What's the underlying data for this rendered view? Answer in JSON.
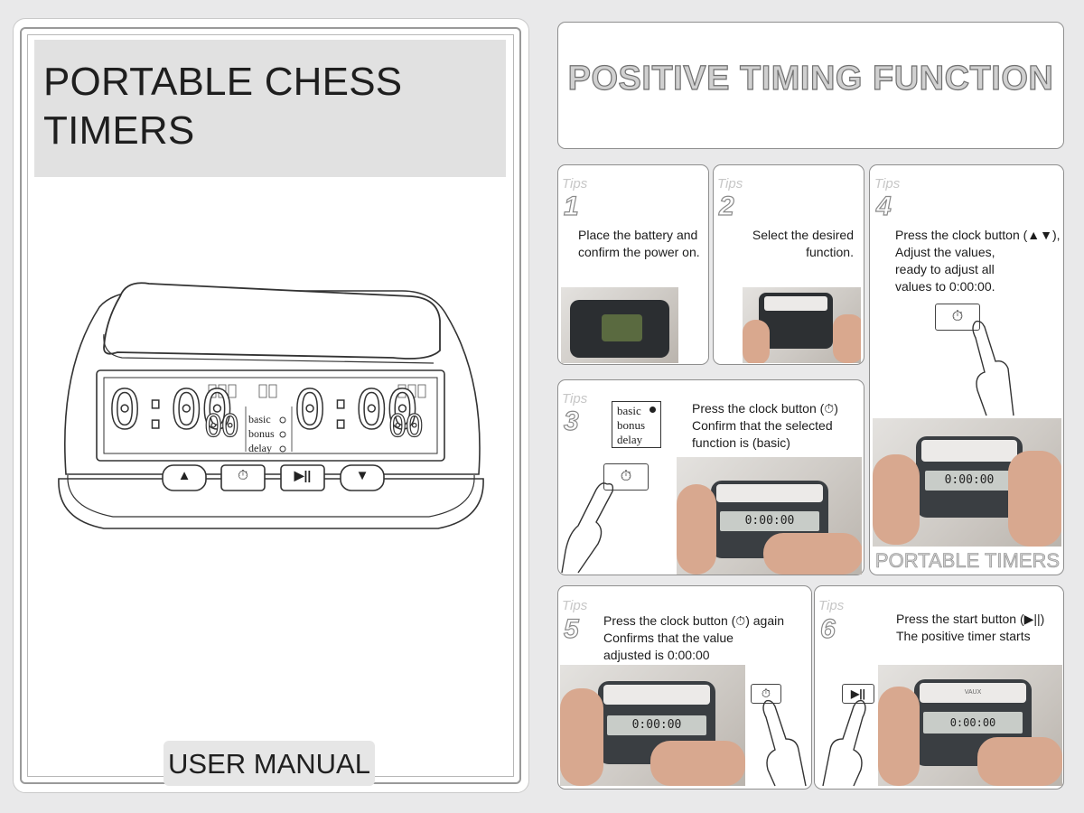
{
  "manual": {
    "title_line1": "PORTABLE CHESS",
    "title_line2": "TIMERS",
    "footer": "USER MANUAL",
    "lcd": {
      "left_time": "0:00",
      "left_small": "00",
      "right_time": "0:00",
      "right_small": "00",
      "modes": [
        "basic",
        "bonus",
        "delay"
      ]
    },
    "buttons": [
      "▲",
      "⏱",
      "▶||",
      "▼"
    ]
  },
  "header": {
    "title": "POSITIVE TIMING FUNCTION"
  },
  "tips_word": "Tips",
  "tips": [
    {
      "num": "1",
      "lines": [
        "Place the battery and",
        "confirm the power on."
      ]
    },
    {
      "num": "2",
      "lines": [
        "Select the desired",
        "function."
      ]
    },
    {
      "num": "3",
      "lines": [
        "Press the clock button (⏱)",
        "Confirm that the selected",
        "function is (basic)"
      ],
      "mode_box": [
        "basic",
        "bonus",
        "delay"
      ],
      "button_glyph": "⏱"
    },
    {
      "num": "4",
      "lines": [
        "Press the clock button (▲▼),",
        "Adjust the values,",
        "ready to adjust all",
        "values to 0:00:00."
      ],
      "button_glyph": "⏱"
    },
    {
      "num": "5",
      "lines": [
        "Press the clock button (⏱) again",
        "Confirms that the value",
        "adjusted is 0:00:00"
      ],
      "button_glyph": "⏱"
    },
    {
      "num": "6",
      "lines": [
        "Press the start button (▶||)",
        "The positive timer starts"
      ],
      "button_glyph": "▶||"
    }
  ],
  "portable_label": "PORTABLE TIMERS",
  "device_brand": "VAUX",
  "device_display": [
    "0:00:00",
    "0:00:00"
  ]
}
